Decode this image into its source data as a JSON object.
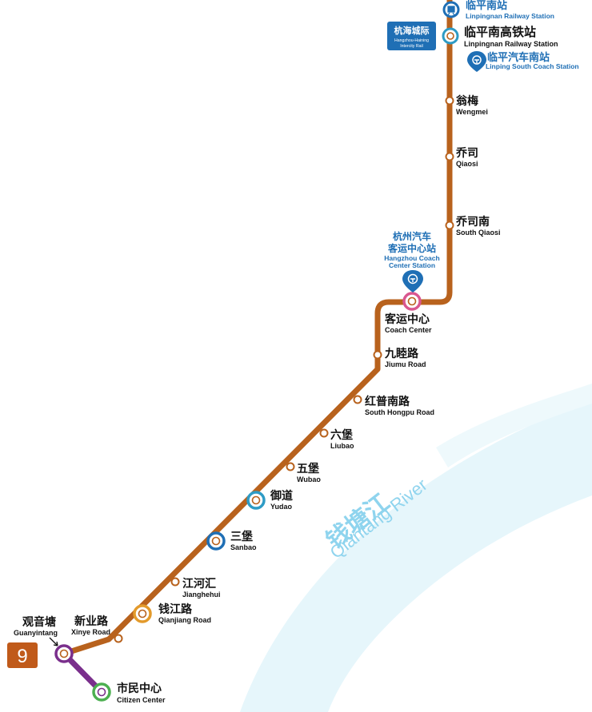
{
  "colors": {
    "line9": "#b8621d",
    "branch": "#7a2f8c",
    "river": "#e6f6fb",
    "river_text": "#8fd4ee",
    "blue": "#1f6fb5",
    "interchange_blue": "#2e9bc5",
    "interchange_orange": "#e39a2b",
    "interchange_green": "#4caf50",
    "interchange_pink": "#d9578f",
    "badge": "#1f6fb5",
    "line_number_bg": "#c05a1a"
  },
  "line_number": "9",
  "river": {
    "zh": "钱塘江",
    "en": "Qiantang River"
  },
  "rail_badge": {
    "zh": "杭海城际",
    "en1": "Hangzhou-Haining",
    "en2": "Intercity Rail"
  },
  "stations": {
    "linpingnan_railway": {
      "zh": "临平南站",
      "en": "Linpingnan Railway Station",
      "icon": "railway-station-icon"
    },
    "linpingnan_highspeed": {
      "zh": "临平南高铁站",
      "en": "Linpingnan Railway Station"
    },
    "linping_coach": {
      "zh": "临平汽车南站",
      "en": "Linping South Coach Station",
      "icon": "coach-station-icon"
    },
    "wengmei": {
      "zh": "翁梅",
      "en": "Wengmei"
    },
    "qiaosi": {
      "zh": "乔司",
      "en": "Qiaosi"
    },
    "qiaosinan": {
      "zh": "乔司南",
      "en": "South Qiaosi"
    },
    "hz_coach": {
      "zh1": "杭州汽车",
      "zh2": "客运中心站",
      "en1": "Hangzhou Coach",
      "en2": "Center Station",
      "icon": "coach-station-icon"
    },
    "coach_center": {
      "zh": "客运中心",
      "en": "Coach Center"
    },
    "jiumu": {
      "zh": "九睦路",
      "en": "Jiumu Road"
    },
    "hongpunan": {
      "zh": "红普南路",
      "en": "South Hongpu Road"
    },
    "liubao": {
      "zh": "六堡",
      "en": "Liubao"
    },
    "wubao": {
      "zh": "五堡",
      "en": "Wubao"
    },
    "yudao": {
      "zh": "御道",
      "en": "Yudao"
    },
    "sanbao": {
      "zh": "三堡",
      "en": "Sanbao"
    },
    "jianghehui": {
      "zh": "江河汇",
      "en": "Jianghehui"
    },
    "qianjiang": {
      "zh": "钱江路",
      "en": "Qianjiang Road"
    },
    "xinye": {
      "zh": "新业路",
      "en": "Xinye Road"
    },
    "guanyintang": {
      "zh": "观音塘",
      "en": "Guanyintang"
    },
    "citizen_center": {
      "zh": "市民中心",
      "en": "Citizen Center"
    }
  }
}
